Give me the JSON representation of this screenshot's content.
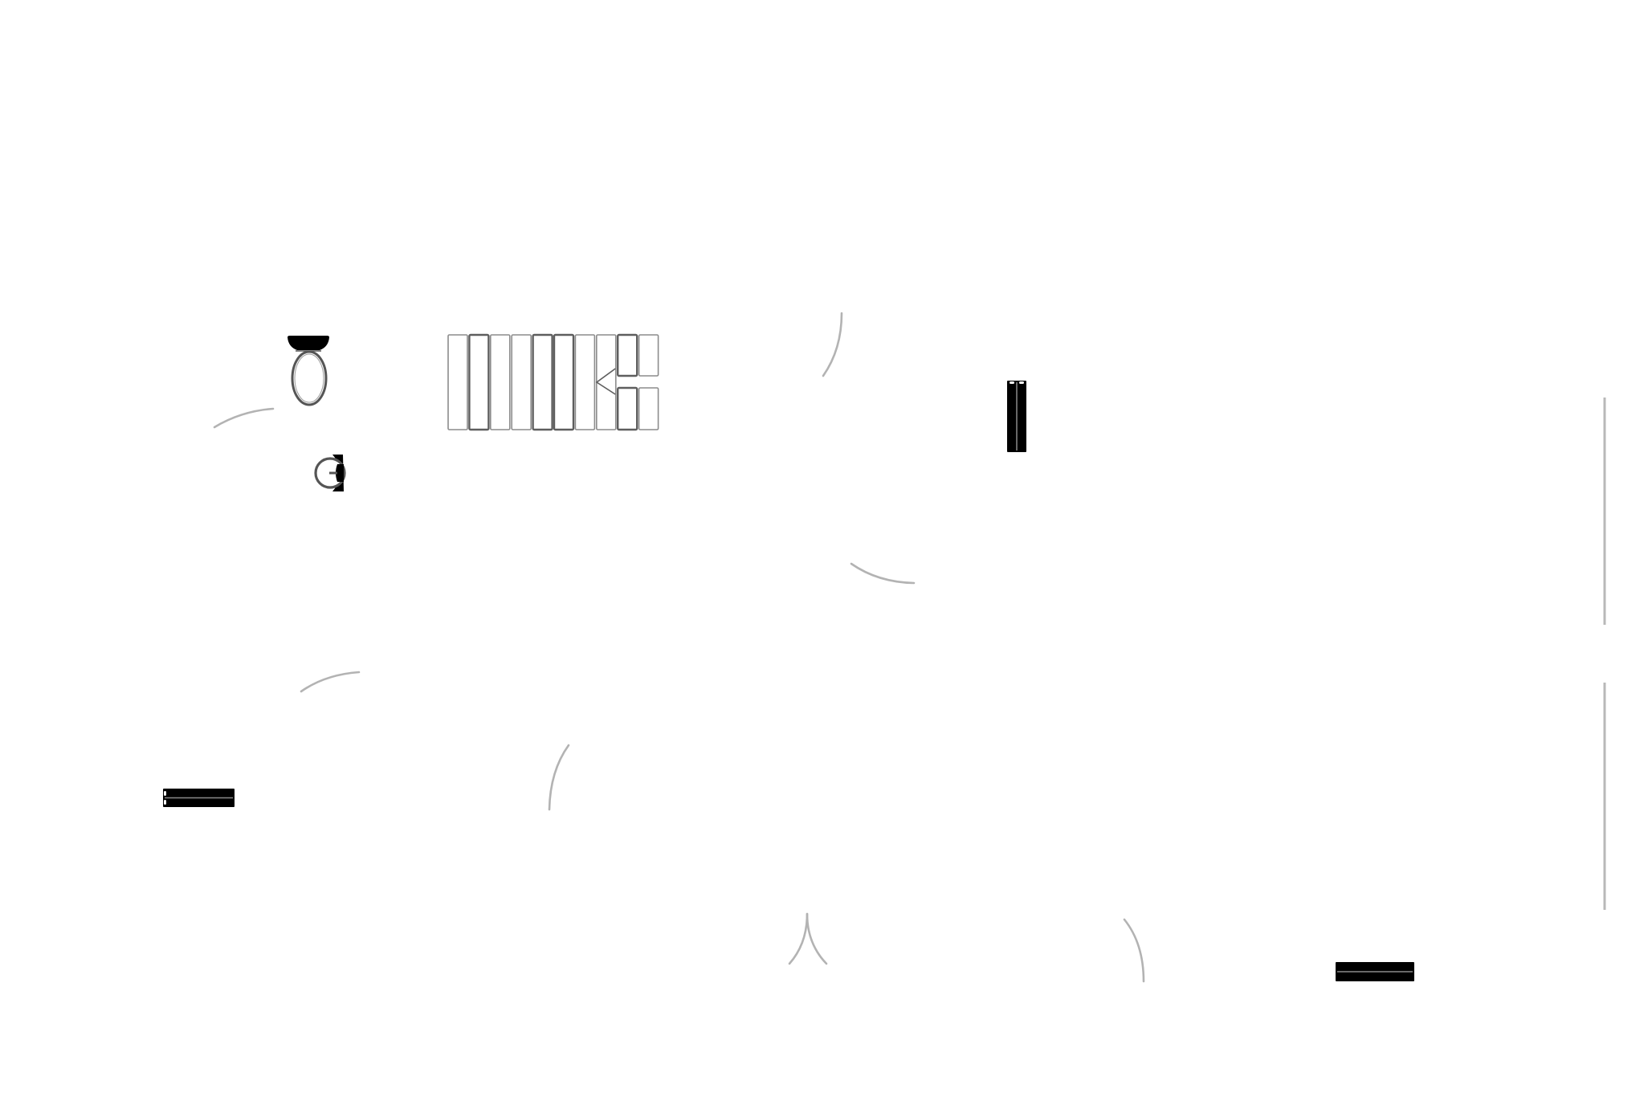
{
  "plan": {
    "title": "",
    "background_color": "#ffffff",
    "colors": {
      "symbol_fill": "#000000",
      "symbol_stroke": "#555555",
      "door_swing": "#b3b3b3",
      "wall_line": "#b8b8b8",
      "stair_stroke": "#8c8c8c",
      "stair_stroke_dark": "#5e5e5e"
    },
    "fixtures": [
      {
        "type": "toilet",
        "label": "toilet"
      },
      {
        "type": "washbasin",
        "label": "washbasin"
      }
    ],
    "staircase": {
      "label": "staircase",
      "full_treads": 8,
      "split_columns": 2,
      "direction": "left"
    },
    "radiators": [
      {
        "label": "radiator",
        "orientation": "vertical"
      },
      {
        "label": "radiator",
        "orientation": "horizontal"
      },
      {
        "label": "radiator",
        "orientation": "horizontal"
      }
    ],
    "door_swings": [
      {
        "label": "door-swing"
      },
      {
        "label": "door-swing"
      },
      {
        "label": "door-swing"
      },
      {
        "label": "door-swing"
      },
      {
        "label": "door-swing"
      },
      {
        "label": "door-swing"
      },
      {
        "label": "double-door-swing"
      }
    ],
    "wall_segments": [
      {
        "label": "window-wall-segment"
      },
      {
        "label": "window-wall-segment"
      }
    ]
  }
}
